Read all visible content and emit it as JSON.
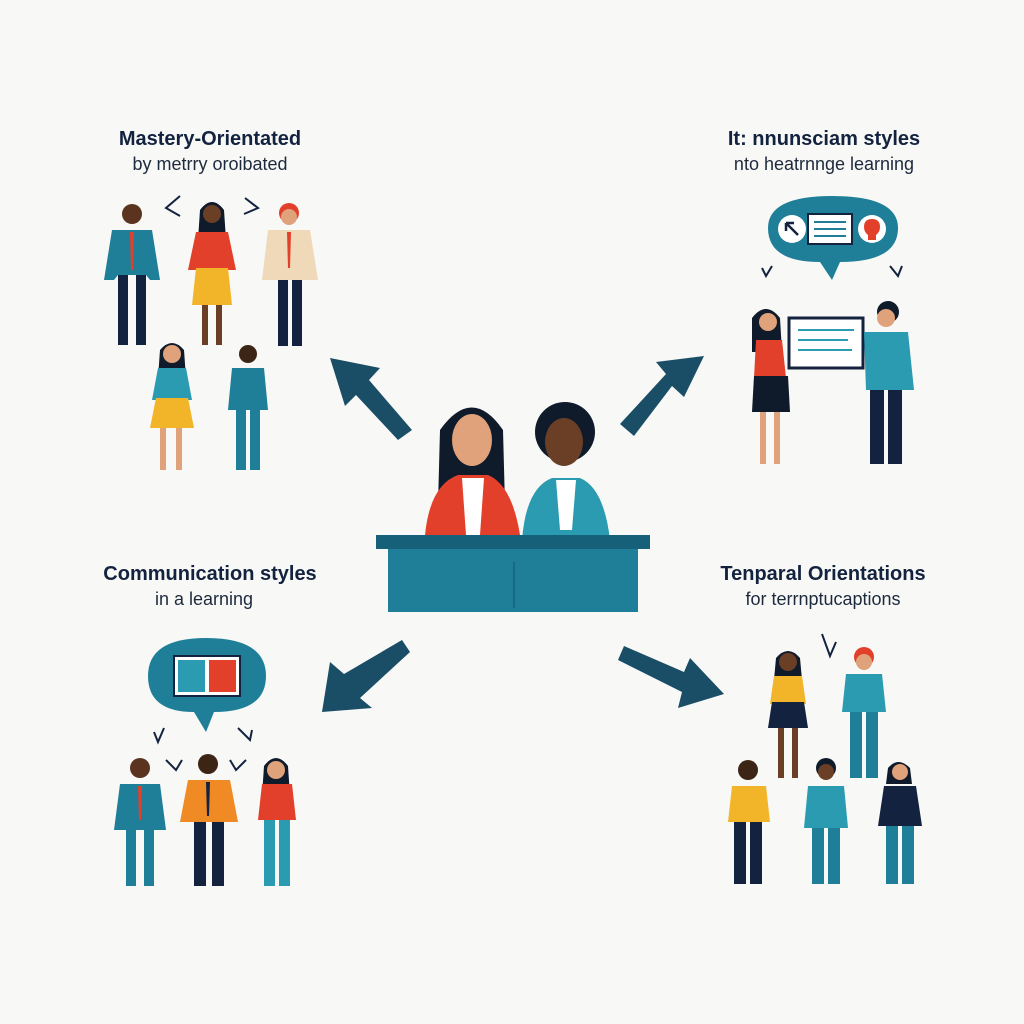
{
  "quadrants": {
    "top_left": {
      "title": "Mastery-Orientated",
      "subtitle": "by metrry oroibated"
    },
    "top_right": {
      "title": "It: nnunsciam styles",
      "subtitle": "nto heatrnnge learning"
    },
    "bottom_left": {
      "title": "Communication styles",
      "subtitle": "in a learning"
    },
    "bottom_right": {
      "title": "Tenparal Orientations",
      "subtitle": "for terrnptucaptions"
    }
  },
  "colors": {
    "teal": "#1f7f98",
    "navy": "#13233f",
    "red": "#e2402b",
    "yellow": "#f2b52a",
    "orange": "#f08a24",
    "skin_dark": "#6b3f26",
    "skin_light": "#e0a27a"
  }
}
